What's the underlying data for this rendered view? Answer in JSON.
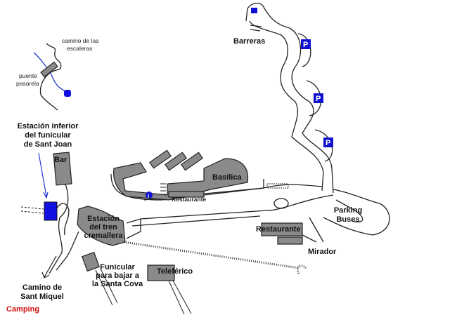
{
  "title": "Mapa de Montserrat",
  "labels": {
    "camino_escaleras": [
      "camino de las",
      "escaleras"
    ],
    "puente_pasarela": [
      "puente",
      "pasarela"
    ],
    "estacion_inferior": [
      "Estación inferior",
      "del funicular",
      "de Sant Joan"
    ],
    "bar": "Bar",
    "basilica": "Basílica",
    "restaurante_basilica": "Restaurante",
    "estacion_cremallera": [
      "Estación",
      "del tren",
      "cremallera"
    ],
    "restaurante": "Restaurante",
    "parking_buses": [
      "Parking",
      "Buses"
    ],
    "mirador": "Mirador",
    "barreras": "Barreras",
    "funicular_santa_cova": [
      "Funicular",
      "para bajar a",
      "la Santa Cova"
    ],
    "teleferico": "Teleférico",
    "camino_sant_miquel": [
      "Camino de",
      "Sant Miquel"
    ],
    "camping": "Camping",
    "parking_sign": "P",
    "info_sign": "i"
  },
  "colors": {
    "building": "#8a8a8a",
    "accent_blue": "#1010d0",
    "camping_red": "#d01010"
  }
}
